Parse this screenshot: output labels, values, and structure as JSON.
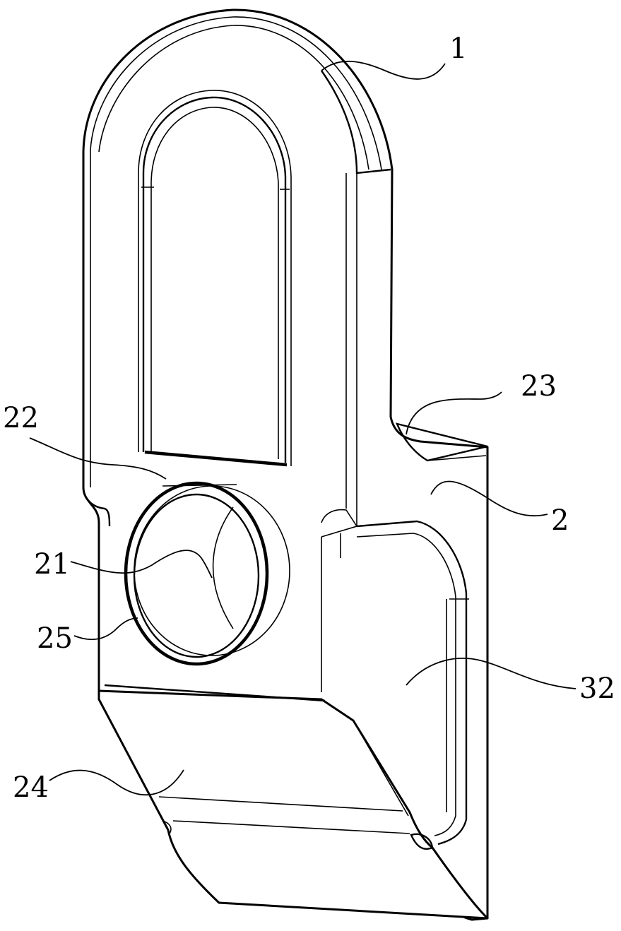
{
  "labels": {
    "l1": "1",
    "l2": "2",
    "l21": "21",
    "l22": "22",
    "l23": "23",
    "l24": "24",
    "l25": "25",
    "l32": "32"
  }
}
